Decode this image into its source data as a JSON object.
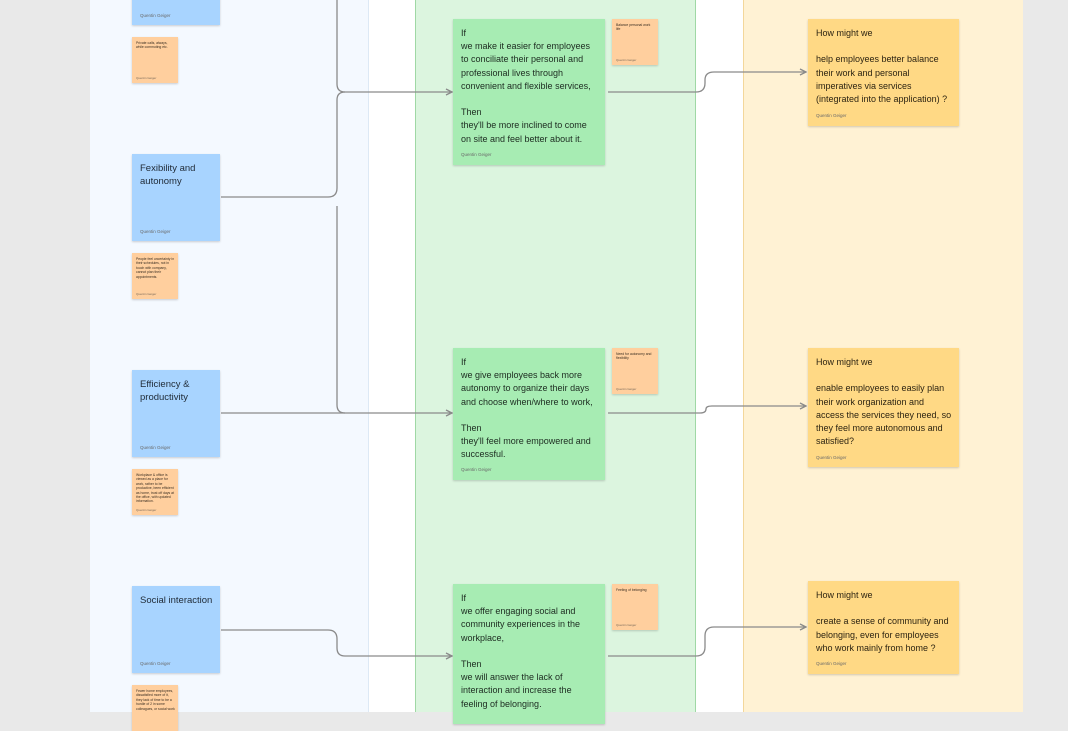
{
  "blue": [
    {
      "title": "",
      "author": "Quentin Geiger"
    },
    {
      "title": "Fexibility and autonomy",
      "author": "Quentin Geiger"
    },
    {
      "title": "Efficiency & productivity",
      "author": "Quentin Geiger"
    },
    {
      "title": "Social interaction",
      "author": "Quentin Geiger"
    }
  ],
  "orange_left": [
    {
      "text": "Private calls, always, while commuting etc.",
      "author": "Quentin Geiger"
    },
    {
      "text": "People feel uncertainty in their schedules, not in touch with company, cannot plan their appointments.",
      "author": "Quentin Geiger"
    },
    {
      "text": "Workplace & office is viewed as a place for work, rather to be productive, been efficient as home, trust off days at the office, with updated information.",
      "author": "Quentin Geiger"
    },
    {
      "text": "Fewer home employees, dissatisfied more of it, they lack of time to be a hurdle of 2 in some colleagues, or social work",
      "author": ""
    }
  ],
  "green": [
    {
      "text": "If\nwe make it easier for employees to conciliate their personal and professional lives through convenient and flexible services,\n\nThen\nthey'll be more inclined to come on site and feel better about it.",
      "author": "Quentin Geiger"
    },
    {
      "text": "If\nwe give employees back more autonomy to organize their days and choose when/where to work,\n\nThen\nthey'll feel more empowered and successful.",
      "author": "Quentin Geiger"
    },
    {
      "text": "If\nwe offer engaging social and community experiences in the workplace,\n\nThen\nwe will answer the lack of interaction and increase the feeling of belonging.",
      "author": ""
    }
  ],
  "orange_mid": [
    {
      "text": "Balance personal work life",
      "author": "Quentin Geiger"
    },
    {
      "text": "Need for autonomy and flexibility",
      "author": "Quentin Geiger"
    },
    {
      "text": "Feeling of belonging",
      "author": "Quentin Geiger"
    }
  ],
  "yellow": [
    {
      "text": "How might we\n\nhelp employees better balance their work and personal imperatives via services (integrated into the application) ?",
      "author": "Quentin Geiger"
    },
    {
      "text": "How might we\n\nenable employees to easily plan their work organization and access the services they need, so they feel more autonomous and satisfied?",
      "author": "Quentin Geiger"
    },
    {
      "text": "How might we\n\ncreate a sense of community and belonging, even for employees who work mainly from home ?",
      "author": "Quentin Geiger"
    }
  ],
  "colors": {
    "canvas": "#e9e9e9",
    "blue_column": "#f4f9ff",
    "green_column": "#dcf5df",
    "yellow_column": "#fff2d4",
    "blue_sticky": "#a8d4ff",
    "orange_sticky": "#ffcf9e",
    "green_sticky": "#a7ecb3",
    "yellow_sticky": "#ffd985",
    "connector": "#8a8a8a"
  }
}
